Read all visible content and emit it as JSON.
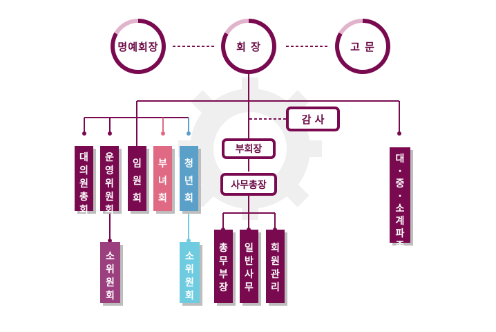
{
  "colors": {
    "primary": "#7a0a4f",
    "pink": "#e06a84",
    "blue": "#5aa0c9",
    "lightblue": "#6fcce0",
    "purple": "#9b3f7f",
    "watermark": "#eeeeee"
  },
  "top": {
    "honorary": "명예회장",
    "president": "회 장",
    "advisor": "고 문"
  },
  "audit": "감 사",
  "vice_president": "부회장",
  "secretary_general": "사무총장",
  "branches": {
    "delegates": "대의원총회",
    "steering": "운영위원회",
    "officers": "임원회",
    "women": "부녀회",
    "youth": "청년회",
    "federation": "대·중·소계파종회"
  },
  "sub": {
    "steering_sub": "소위원회",
    "youth_sub": "소위원회"
  },
  "office": {
    "general_affairs": "총무부장",
    "general_business": "일반사무",
    "member_management": "회원관리"
  }
}
